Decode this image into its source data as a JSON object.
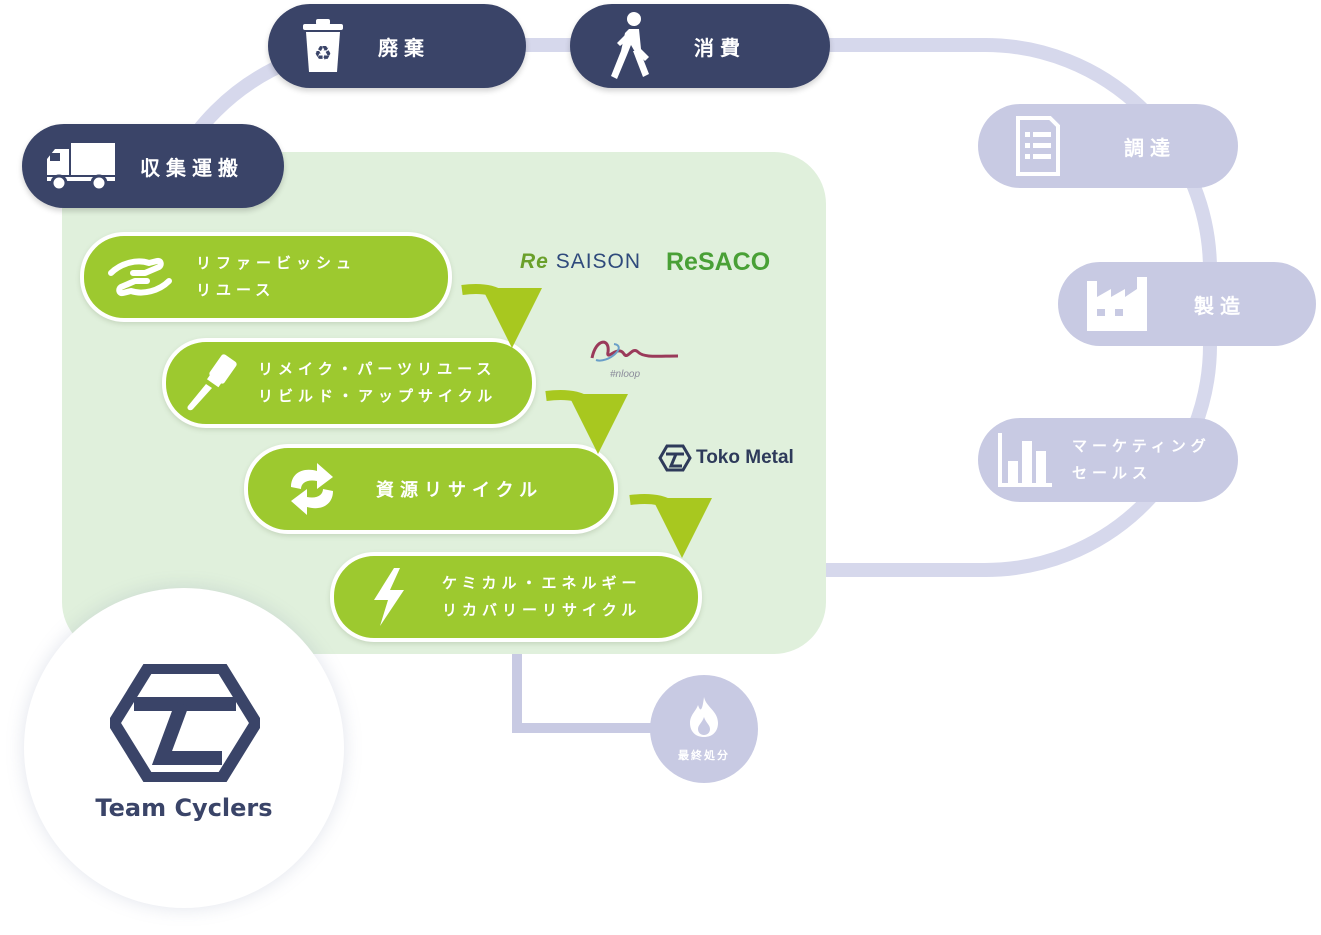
{
  "cycle": {
    "disposal_label": "廃棄",
    "consumption_label": "消費",
    "collection_label": "収集運搬",
    "procurement_label": "調達",
    "manufacturing_label": "製造",
    "marketing_label_1": "マーケティング",
    "marketing_label_2": "セールス",
    "final_disposal_label": "最終処分"
  },
  "recycling_steps": [
    {
      "line1": "リファービッシュ",
      "line2": "リユース"
    },
    {
      "line1": "リメイク・パーツリユース",
      "line2": "リビルド・アップサイクル"
    },
    {
      "line1": "資源リサイクル"
    },
    {
      "line1": "ケミカル・エネルギー",
      "line2": "リカバリーリサイクル"
    }
  ],
  "partners": {
    "resaison": {
      "prefix": "Re",
      "name": "SAISON"
    },
    "resaco": "ReSACO",
    "enloop": "#nloop",
    "tokometal": "Toko Metal"
  },
  "brand": {
    "name": "Team Cyclers"
  },
  "colors": {
    "dark_navy": "#3a4468",
    "light_lavender": "#c8cae3",
    "green": "#9dc92f",
    "green_area": "#e0f0dc",
    "arrow_green": "#a8c81f"
  }
}
